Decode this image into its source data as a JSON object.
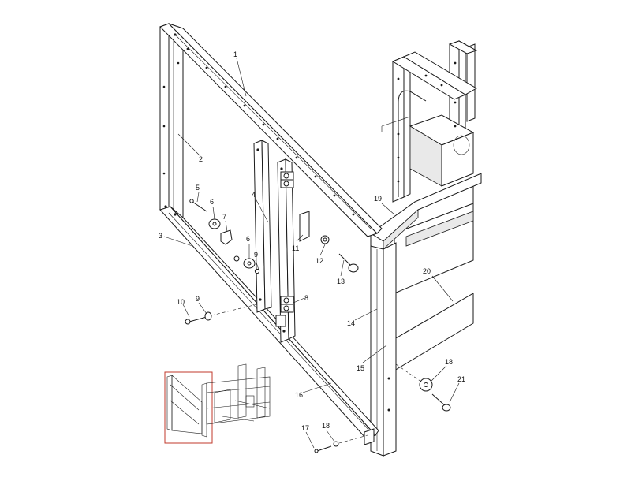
{
  "diagram": {
    "callouts": [
      "1",
      "2",
      "3",
      "4",
      "5",
      "6",
      "7",
      "6",
      "9",
      "11",
      "12",
      "13",
      "8",
      "10",
      "9",
      "14",
      "15",
      "16",
      "17",
      "18",
      "19",
      "20",
      "18",
      "21"
    ],
    "inset_frame_color": "#c0392b"
  }
}
